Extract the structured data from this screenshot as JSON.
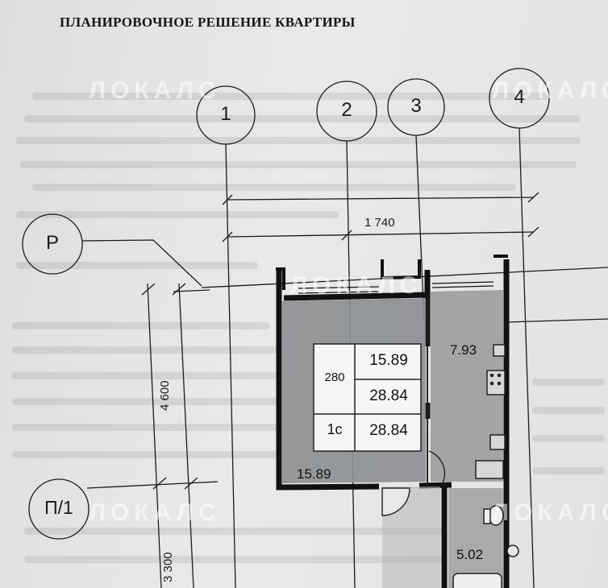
{
  "title": "ПЛАНИРОВОЧНОЕ РЕШЕНИЕ КВАРТИРЫ",
  "watermark": "ЛОКАЛС",
  "axes": {
    "columns": [
      "1",
      "2",
      "3",
      "4"
    ],
    "rows": [
      "Р",
      "П/1"
    ]
  },
  "dimensions": {
    "width_2_3": "1 740",
    "depth_p": "4 600",
    "depth_p1": "3 300"
  },
  "rooms": {
    "kitchen_area": "7.93",
    "living_area": "15.89",
    "bathroom_area": "5.02"
  },
  "info_table": {
    "number": "280",
    "type": "1с",
    "living_area": "15.89",
    "total_area": "28.84",
    "total_area_2": "28.84"
  }
}
